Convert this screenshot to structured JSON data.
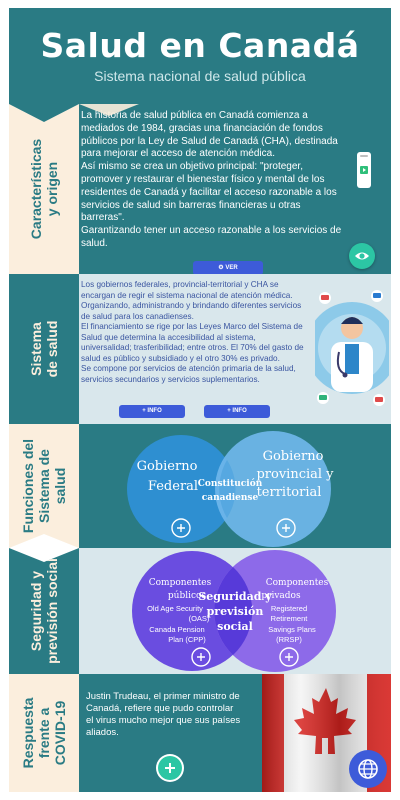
{
  "header": {
    "title": "Salud en Canadá",
    "subtitle": "Sistema nacional de salud pública"
  },
  "sections": [
    {
      "tab_label": "Características y origen",
      "lines": [
        "La historia de salud pública en Canadá comienza a",
        "mediados de 1984, gracias una financiación de fondos",
        "públicos por la Ley de Salud de Canadá (CHA), destinada",
        "para mejorar el acceso de atención médica.",
        "Así mismo se crea un objetivo principal: \"proteger,",
        "promover y restaurar el bienestar físico y mental de los",
        "residentes de Canadá y facilitar el acceso razonable a los",
        "servicios de salud sin barreras financieras u otras",
        "barreras\".",
        "Garantizando tener un acceso razonable a los servicios de",
        "salud."
      ],
      "button_label": "VER"
    },
    {
      "tab_label": "Sistema de salud",
      "lines": [
        "Los gobiernos federales, provincial-territorial y CHA se",
        "encargan de regir el sistema nacional de atención médica.",
        "Organizando, administrando y brindando diferentes servicios",
        "de salud para los canadienses.",
        "El financiamiento se rige por las Leyes Marco del Sistema de",
        "Salud que determina la accesibilidad al sistema,",
        "universalidad; trasferibilidad; entre otros. El 70% del gasto de",
        "salud es público y subsidiado y el otro 30% es privado.",
        "Se compone por servicios de atención primaria de la salud,",
        "servicios secundarios y servicios suplementarios."
      ],
      "info_label_1": "INFO",
      "info_label_2": "INFO"
    },
    {
      "tab_label": "Funciones del Sistema de salud",
      "left_circle": [
        "Gobierno",
        "Federal"
      ],
      "right_circle": [
        "Gobierno",
        "provincial y",
        "territorial"
      ],
      "intersection": [
        "Constitución",
        "canadiense"
      ]
    },
    {
      "tab_label": "Seguridad y previsión social",
      "left_title": [
        "Componentes",
        "públicos"
      ],
      "left_items": [
        "Old Age Security",
        "(OAS)",
        "Canada Pension",
        "Plan (CPP)"
      ],
      "right_title": [
        "Componentes",
        "privados"
      ],
      "right_items": [
        "Registered",
        "Retirement",
        "Savings Plans",
        "(RRSP)"
      ],
      "intersection": [
        "Seguridad y",
        "previsión",
        "social"
      ]
    },
    {
      "tab_label": "Respuesta frente a COVID-19",
      "lines": [
        "Justin Trudeau, el primer ministro de",
        "Canadá, refiere que pudo controlar",
        "el virus mucho mejor que sus países",
        "aliados."
      ]
    }
  ],
  "colors": {
    "teal": "#2a7b84",
    "cream": "#fbeedd",
    "light": "#d9e7ec",
    "blue_btn": "#3d5bd9",
    "green_btn": "#2cc6a4",
    "circle_blue": "#2e8fd1",
    "circle_light": "#6fb6ea",
    "circle_purple": "#6a4de0",
    "circle_violet": "#8760e8",
    "flag_red": "#d6231f"
  }
}
